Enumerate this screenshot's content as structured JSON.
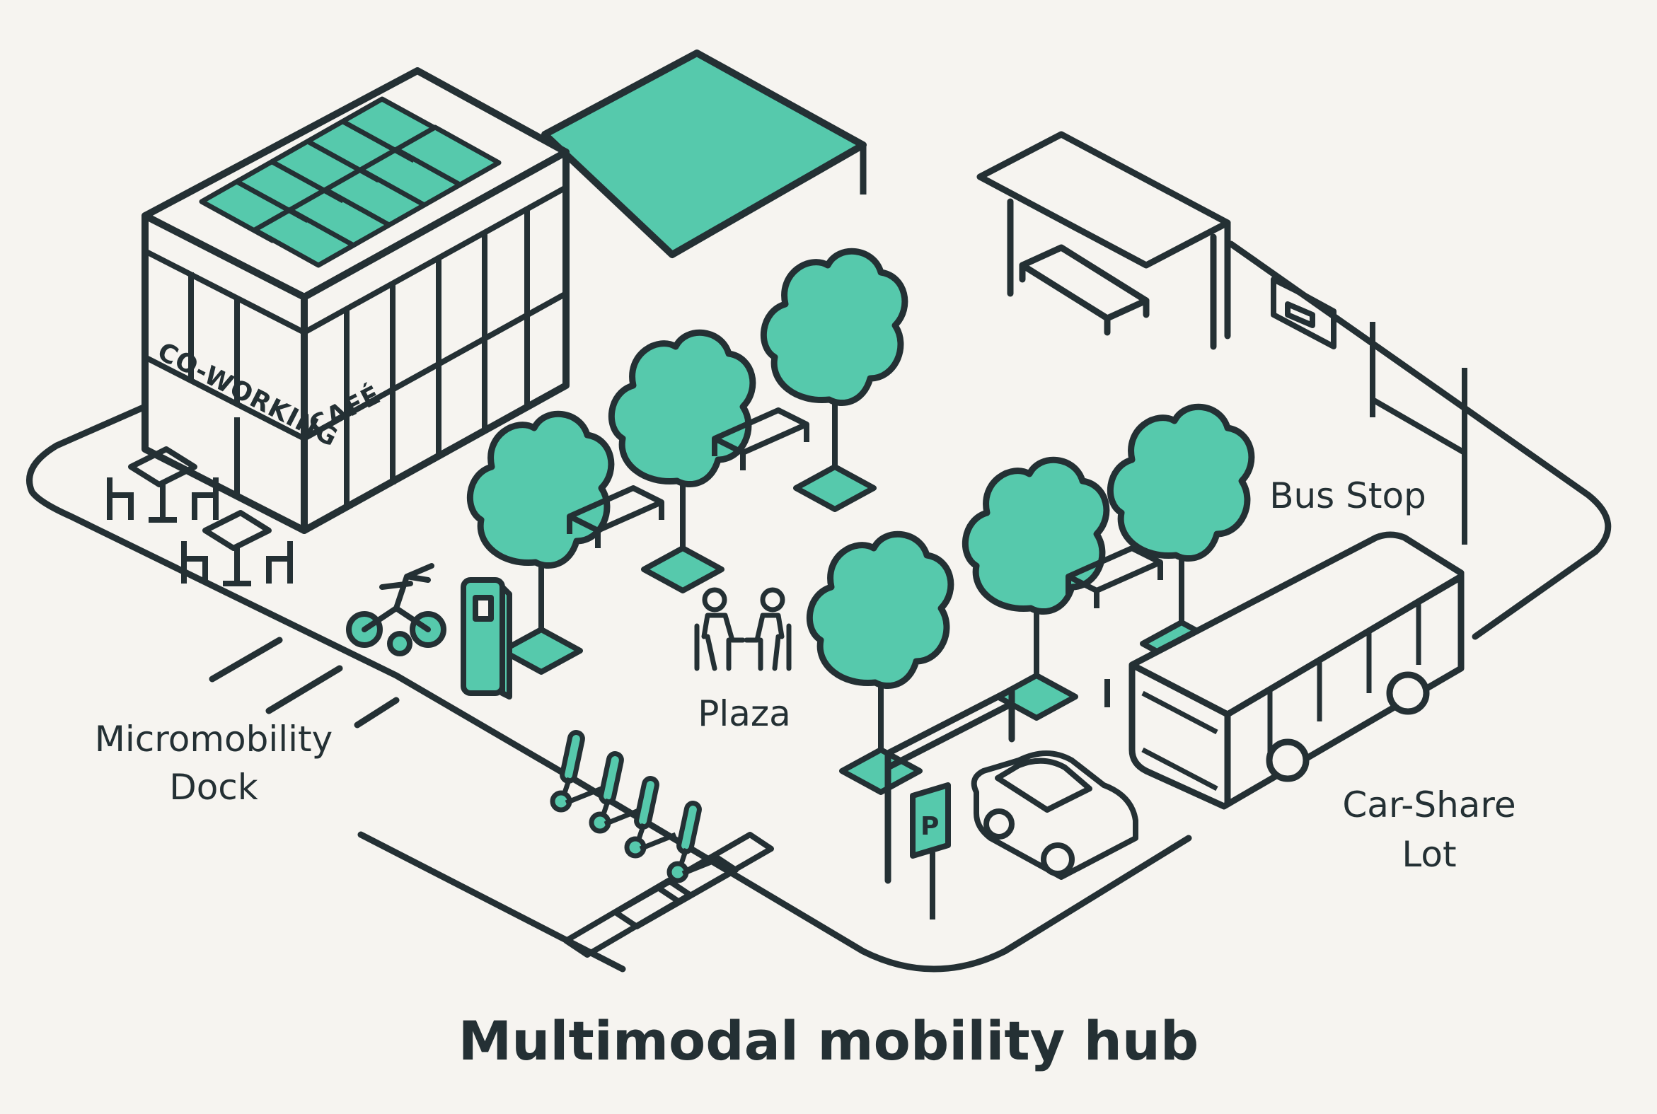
{
  "colors": {
    "background": "#f6f4f0",
    "stroke": "#243034",
    "accent": "#56c9ac"
  },
  "diagram": {
    "title": "Multimodal mobility hub",
    "building_sign": [
      "CO-WORKING",
      "CAFÉ"
    ],
    "labels": {
      "micromobility": [
        "Micromobility",
        "Dock"
      ],
      "plaza": "Plaza",
      "bus_stop": "Bus Stop",
      "car_share": [
        "Car-Share",
        "Lot"
      ]
    },
    "parking_sign": "P",
    "icons": [
      "solar-panel-icon",
      "tree-icon",
      "bench-icon",
      "bicycle-icon",
      "scooter-icon",
      "charging-station-icon",
      "people-icon",
      "bus-icon",
      "car-icon",
      "parking-sign-icon",
      "bus-shelter-icon",
      "crosswalk-icon"
    ]
  }
}
